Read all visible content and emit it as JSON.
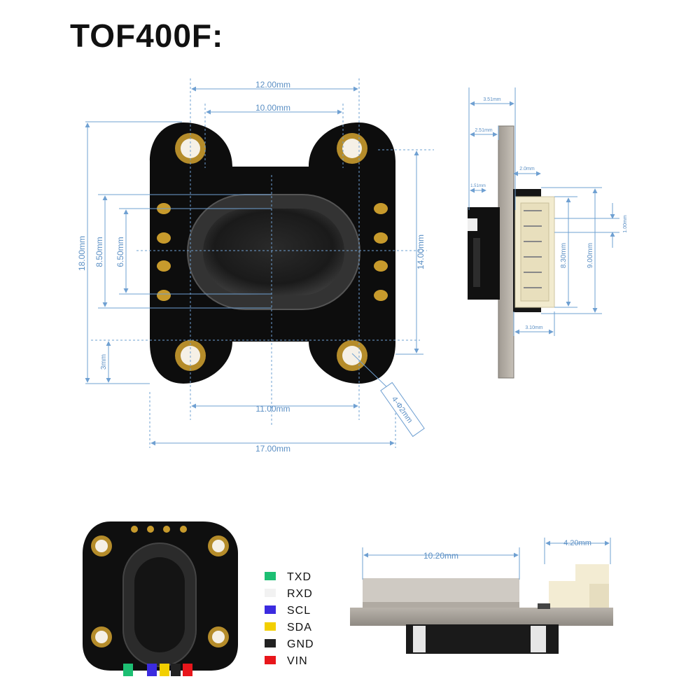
{
  "title": "TOF400F:",
  "front_view": {
    "top_width_outer": "12.00mm",
    "top_width_inner": "10.00mm",
    "height_total": "18.00mm",
    "height_inner": "8.50mm",
    "sensor_height": "6.50mm",
    "height_right": "14.00mm",
    "bottom_offset": "3mm",
    "bottom_width_inner": "11.00mm",
    "bottom_width_total": "17.00mm",
    "hole_spec": "4-Φ2mm"
  },
  "side_view": {
    "thickness_total": "3.51mm",
    "thickness_board": "2.51mm",
    "sensor_protrusion": "1.51mm",
    "connector_offset": "2.0mm",
    "pin_pitch": "1.00mm",
    "connector_inner": "8.30mm",
    "connector_outer": "9.00mm",
    "connector_depth": "3.10mm"
  },
  "bottom_view": {
    "body_width": "10.20mm",
    "connector_width": "4.20mm"
  },
  "legend": [
    {
      "label": "TXD",
      "color": "#1dbf73"
    },
    {
      "label": "RXD",
      "color": "#f2f2f2"
    },
    {
      "label": "SCL",
      "color": "#3b2be0"
    },
    {
      "label": "SDA",
      "color": "#f2cf00"
    },
    {
      "label": "GND",
      "color": "#222222"
    },
    {
      "label": "VIN",
      "color": "#e8161b"
    }
  ]
}
